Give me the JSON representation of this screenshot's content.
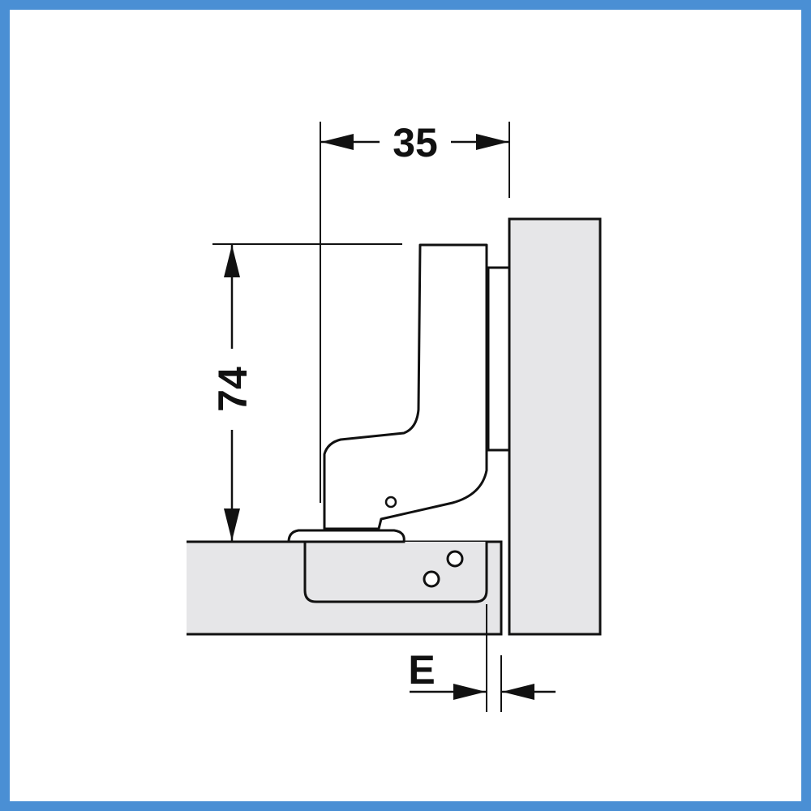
{
  "dimensions": {
    "width_label": "35",
    "height_label": "74",
    "offset_label": "E"
  },
  "colors": {
    "frame": "#4a8fd4",
    "panel_fill": "#e6e6e8",
    "line": "#111111",
    "background": "#ffffff"
  }
}
